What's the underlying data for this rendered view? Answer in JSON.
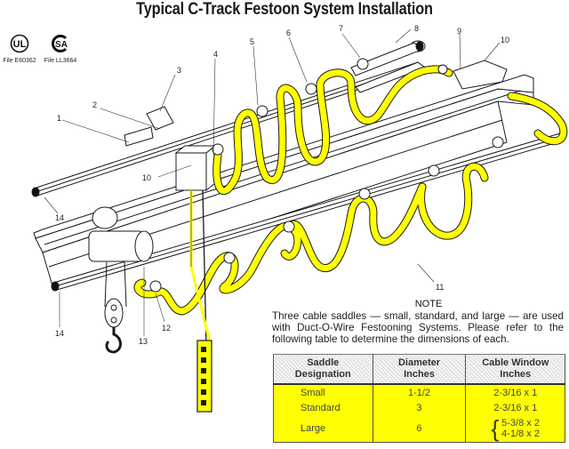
{
  "title": "Typical C-Track Festoon System Installation",
  "certifications": [
    {
      "mark": "UL",
      "icon": "ul-listed-icon",
      "file": "File E60362"
    },
    {
      "mark": "SA",
      "icon": "csa-certified-icon",
      "file": "File LL3664"
    }
  ],
  "callouts": [
    "1",
    "2",
    "3",
    "4",
    "5",
    "6",
    "7",
    "8",
    "9",
    "10",
    "10",
    "11",
    "12",
    "13",
    "14",
    "14"
  ],
  "colors": {
    "cable": "#ffff00",
    "table_body": "#ffff00",
    "line": "#1a1a1a"
  },
  "note": {
    "heading": "NOTE",
    "body": "Three cable saddles — small, standard, and large — are used with Duct-O-Wire Festooning Systems. Please refer to the following table to determine the dimensions of each."
  },
  "table": {
    "headers": [
      {
        "line1": "Saddle",
        "line2": "Designation"
      },
      {
        "line1": "Diameter",
        "line2": "Inches"
      },
      {
        "line1": "Cable Window",
        "line2": "Inches"
      }
    ],
    "rows": [
      {
        "designation": "Small",
        "diameter": "1-1/2",
        "window": [
          "2-3/16 x 1"
        ]
      },
      {
        "designation": "Standard",
        "diameter": "3",
        "window": [
          "2-3/16 x 1"
        ]
      },
      {
        "designation": "Large",
        "diameter": "6",
        "window": [
          "5-3/8 x 2",
          "4-1/8 x 2"
        ]
      }
    ]
  }
}
